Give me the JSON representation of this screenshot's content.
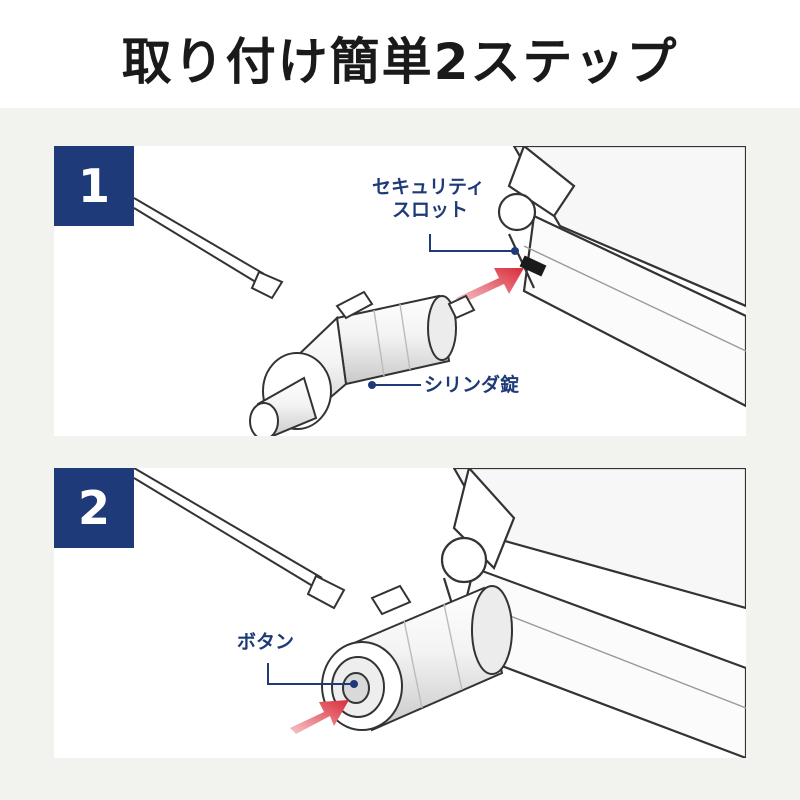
{
  "title": "取り付け簡単2ステップ",
  "steps": [
    {
      "number": "1",
      "labels": {
        "security_slot_line1": "セキュリティ",
        "security_slot_line2": "スロット",
        "cylinder_lock": "シリンダ錠"
      }
    },
    {
      "number": "2",
      "labels": {
        "button": "ボタン"
      }
    }
  ],
  "colors": {
    "badge": "#1e3a78",
    "callout_text": "#1e3a78",
    "arrow": "#d92c3a",
    "background": "#f2f2ef"
  }
}
